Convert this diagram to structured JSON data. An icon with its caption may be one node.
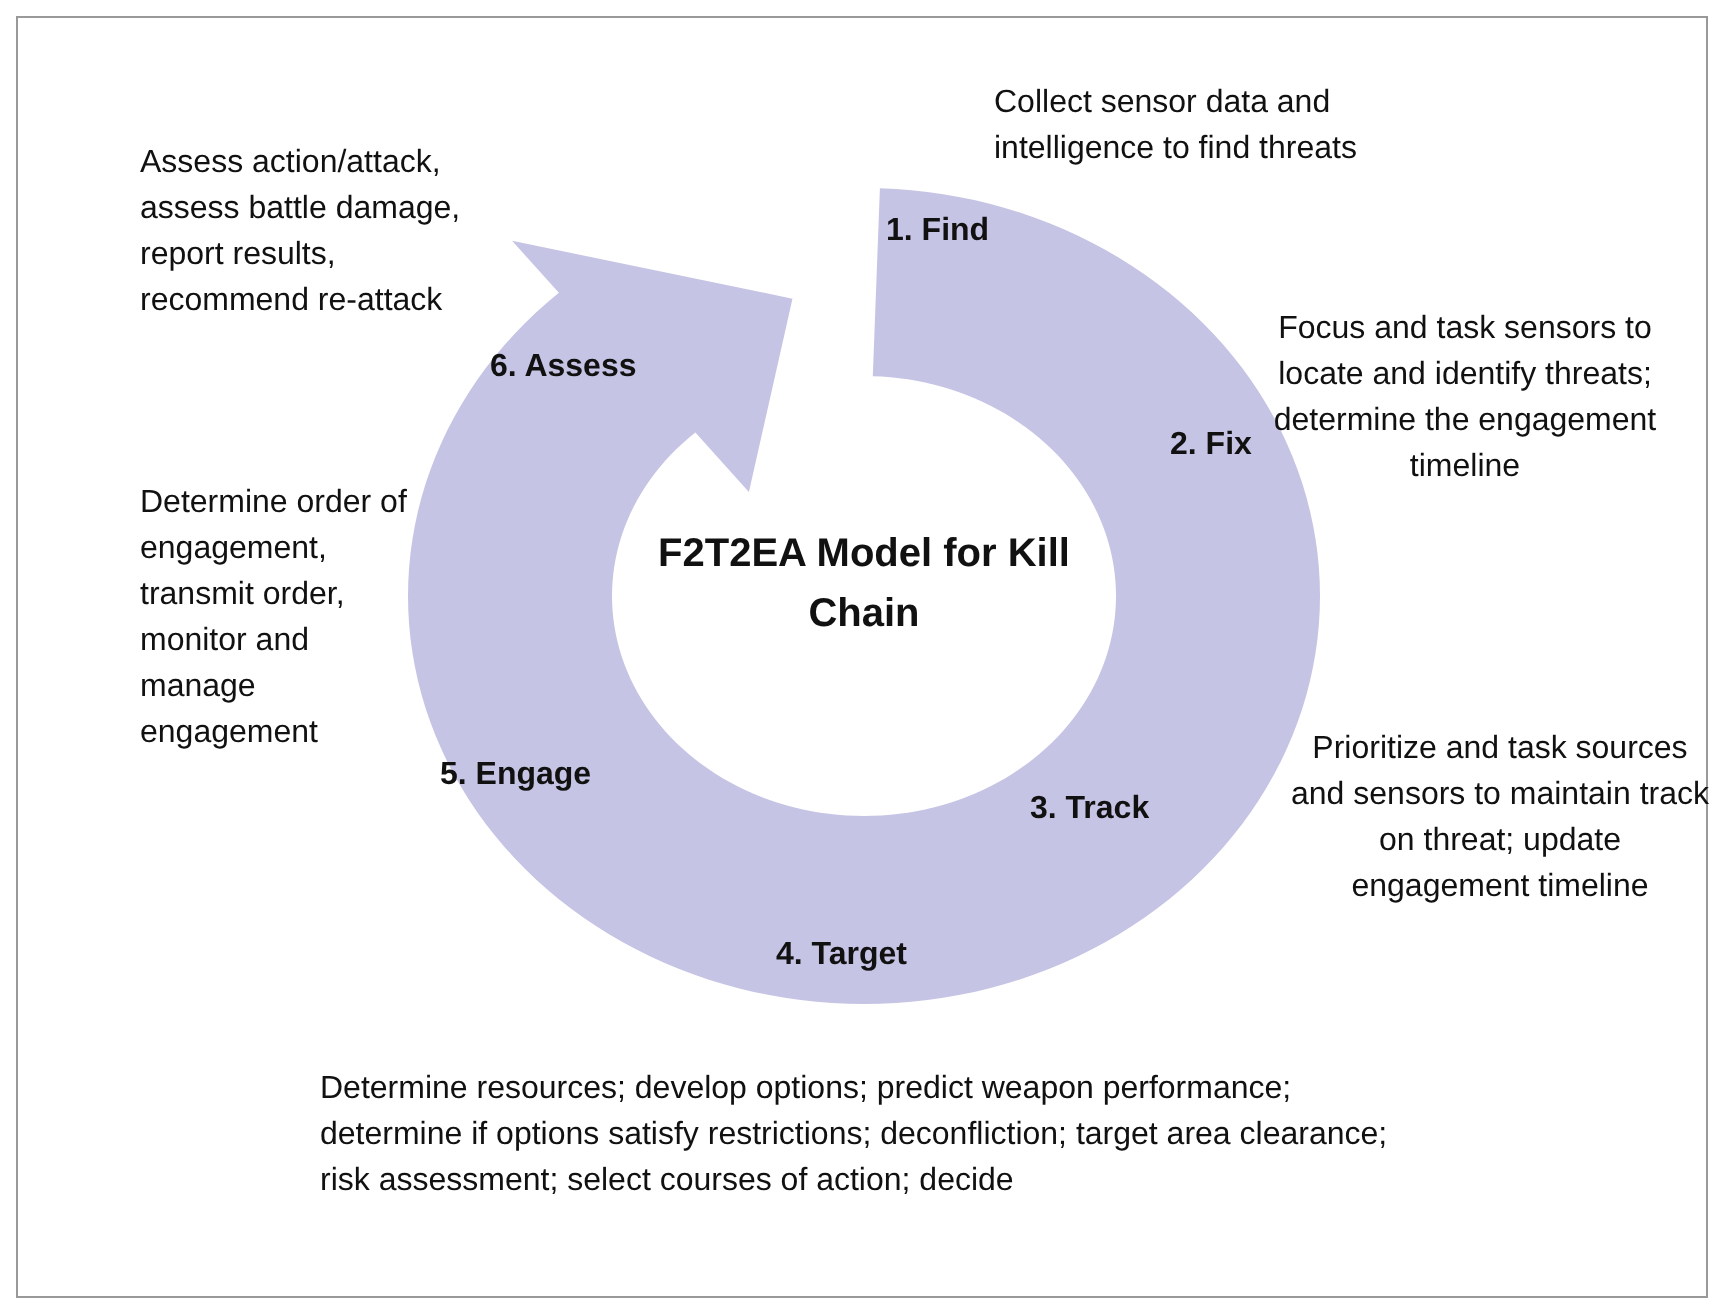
{
  "diagram": {
    "title": "F2T2EA Model for Kill Chain",
    "labels": [
      "Collect sensor data and intelligence to find threats",
      "Assess action/attack, assess battle damage, report results, recommend re-attack",
      "1. Find",
      "6. Assess",
      "Focus and task sensors to locate and identify threats; determine the engagement timeline",
      "2. Fix",
      "Determine order of engagement, transmit order, monitor and manage engagement",
      "Prioritize and task sources and sensors to maintain track on threat; update engagement timeline",
      "5. Engage",
      "3. Track",
      "4. Target",
      "Determine resources; develop options; predict weapon performance; determine if options satisfy restrictions; deconfliction; target area clearance; risk assessment; select courses of action; decide"
    ]
  }
}
